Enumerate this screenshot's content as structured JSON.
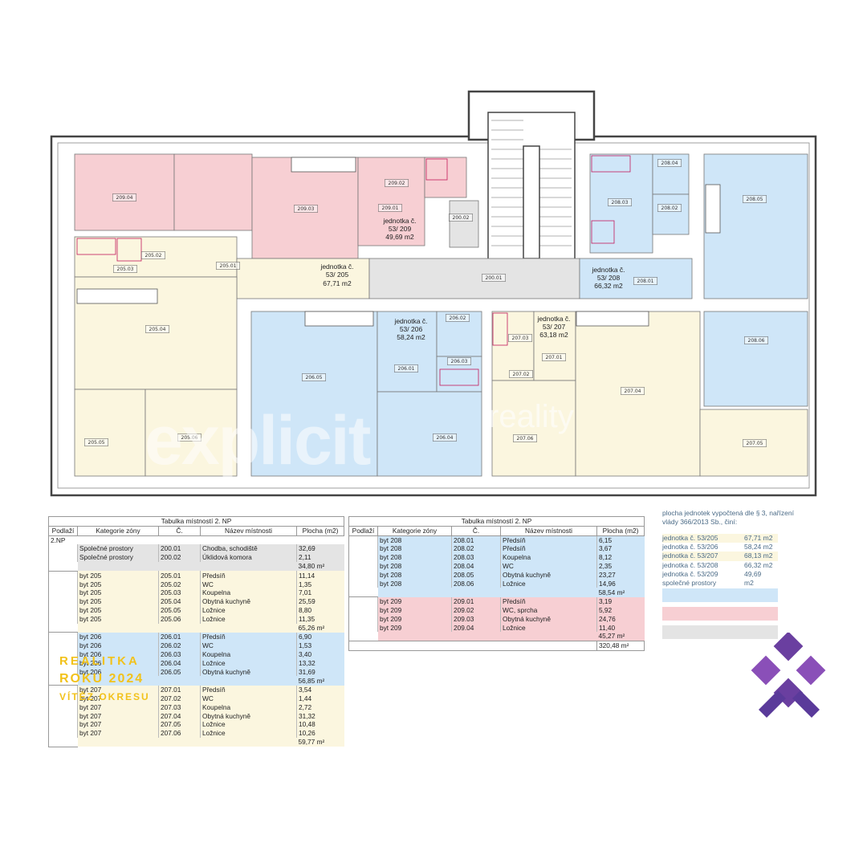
{
  "plan": {
    "rooms": [
      {
        "label": "209.04"
      },
      {
        "label": "209.03"
      },
      {
        "label": "209.02"
      },
      {
        "label": "209.01"
      },
      {
        "label": "200.02"
      },
      {
        "label": "200.01"
      },
      {
        "label": "205.02"
      },
      {
        "label": "205.03"
      },
      {
        "label": "205.01"
      },
      {
        "label": "205.04"
      },
      {
        "label": "205.05"
      },
      {
        "label": "205.06"
      },
      {
        "label": "206.02"
      },
      {
        "label": "206.01"
      },
      {
        "label": "206.03"
      },
      {
        "label": "206.05"
      },
      {
        "label": "206.04"
      },
      {
        "label": "207.03"
      },
      {
        "label": "207.02"
      },
      {
        "label": "207.01"
      },
      {
        "label": "207.04"
      },
      {
        "label": "207.06"
      },
      {
        "label": "207.05"
      },
      {
        "label": "208.04"
      },
      {
        "label": "208.03"
      },
      {
        "label": "208.02"
      },
      {
        "label": "208.05"
      },
      {
        "label": "208.01"
      },
      {
        "label": "208.06"
      }
    ],
    "units": {
      "u209": [
        "jednotka č.",
        "53/ 209",
        "49,69 m2"
      ],
      "u205": [
        "jednotka č.",
        "53/ 205",
        "67,71 m2"
      ],
      "u208": [
        "jednotka č.",
        "53/ 208",
        "66,32 m2"
      ],
      "u206": [
        "jednotka č.",
        "53/ 206",
        "58,24 m2"
      ],
      "u207": [
        "jednotka č.",
        "53/ 207",
        "63,18 m2"
      ]
    },
    "watermark": {
      "word1": "explicit",
      "word2": "reality"
    }
  },
  "colors": {
    "yellow": "#fbf6df",
    "blue": "#cfe6f8",
    "pink": "#f7cfd3",
    "grey": "#e4e4e4",
    "wall": "#444444"
  },
  "table_left": {
    "caption": "Tabulka místností 2. NP",
    "headers": [
      "Podlaží",
      "Kategorie zóny",
      "Č.",
      "Název místnosti",
      "Plocha (m2)"
    ],
    "floor": "2.NP",
    "groups": [
      {
        "color": "g",
        "rows": [
          [
            "Společné prostory",
            "200.01",
            "Chodba, schodiště",
            "32,69"
          ],
          [
            "Společné prostory",
            "200.02",
            "Úklidová komora",
            "2,11"
          ]
        ],
        "total": "34,80 m²"
      },
      {
        "color": "y",
        "rows": [
          [
            "byt 205",
            "205.01",
            "Předsíň",
            "11,14"
          ],
          [
            "byt 205",
            "205.02",
            "WC",
            "1,35"
          ],
          [
            "byt 205",
            "205.03",
            "Koupelna",
            "7,01"
          ],
          [
            "byt 205",
            "205.04",
            "Obytná kuchyně",
            "25,59"
          ],
          [
            "byt 205",
            "205.05",
            "Ložnice",
            "8,80"
          ],
          [
            "byt 205",
            "205.06",
            "Ložnice",
            "11,35"
          ]
        ],
        "total": "65,26 m²"
      },
      {
        "color": "b",
        "rows": [
          [
            "byt 206",
            "206.01",
            "Předsíň",
            "6,90"
          ],
          [
            "byt 206",
            "206.02",
            "WC",
            "1,53"
          ],
          [
            "byt 206",
            "206.03",
            "Koupelna",
            "3,40"
          ],
          [
            "byt 206",
            "206.04",
            "Ložnice",
            "13,32"
          ],
          [
            "byt 206",
            "206.05",
            "Obytná kuchyně",
            "31,69"
          ]
        ],
        "total": "56,85 m²"
      },
      {
        "color": "y",
        "rows": [
          [
            "byt 207",
            "207.01",
            "Předsíň",
            "3,54"
          ],
          [
            "byt 207",
            "207.02",
            "WC",
            "1,44"
          ],
          [
            "byt 207",
            "207.03",
            "Koupelna",
            "2,72"
          ],
          [
            "byt 207",
            "207.04",
            "Obytná kuchyně",
            "31,32"
          ],
          [
            "byt 207",
            "207.05",
            "Ložnice",
            "10,48"
          ],
          [
            "byt 207",
            "207.06",
            "Ložnice",
            "10,26"
          ]
        ],
        "total": "59,77 m²"
      }
    ]
  },
  "table_right": {
    "caption": "Tabulka místností 2. NP",
    "headers": [
      "Podlaží",
      "Kategorie zóny",
      "Č.",
      "Název místnosti",
      "Plocha (m2)"
    ],
    "groups": [
      {
        "color": "b",
        "rows": [
          [
            "byt 208",
            "208.01",
            "Předsíň",
            "6,15"
          ],
          [
            "byt 208",
            "208.02",
            "Předsíň",
            "3,67"
          ],
          [
            "byt 208",
            "208.03",
            "Koupelna",
            "8,12"
          ],
          [
            "byt 208",
            "208.04",
            "WC",
            "2,35"
          ],
          [
            "byt 208",
            "208.05",
            "Obytná kuchyně",
            "23,27"
          ],
          [
            "byt 208",
            "208.06",
            "Ložnice",
            "14,96"
          ]
        ],
        "total": "58,54 m²"
      },
      {
        "color": "r",
        "rows": [
          [
            "byt 209",
            "209.01",
            "Předsíň",
            "3,19"
          ],
          [
            "byt 209",
            "209.02",
            "WC, sprcha",
            "5,92"
          ],
          [
            "byt 209",
            "209.03",
            "Obytná kuchyně",
            "24,76"
          ],
          [
            "byt 209",
            "209.04",
            "Ložnice",
            "11,40"
          ]
        ],
        "total": "45,27 m²"
      }
    ],
    "grand_total": "320,48 m²"
  },
  "legend": {
    "note": "plocha jednotek vypočtená dle § 3, nařízení vlády 366/2013 Sb., činí:",
    "rows": [
      [
        "jednotka č. 53/205",
        "67,71  m2"
      ],
      [
        "jednotka č. 53/206",
        "58,24 m2"
      ],
      [
        "jednotka č. 53/207",
        "68,13  m2"
      ],
      [
        "jednotka č. 53/208",
        "66,32 m2"
      ],
      [
        "jednotka č. 53/209",
        "49,69"
      ],
      [
        "společné prostory",
        "m2"
      ]
    ]
  },
  "badge": {
    "line1": "REALITKA",
    "line2": "ROKU 2024",
    "line3": "VÍTĚZ OKRESU"
  }
}
